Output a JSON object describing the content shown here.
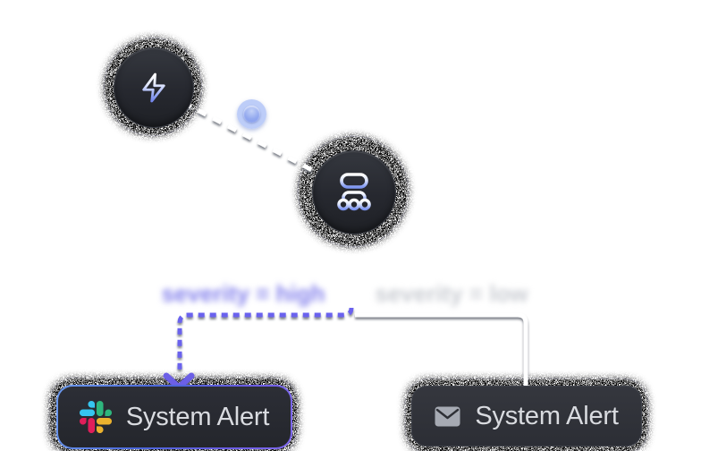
{
  "workflow": {
    "trigger_node": {
      "icon": "lightning-bolt-icon"
    },
    "router_node": {
      "icon": "router-branch-icon"
    },
    "branches": [
      {
        "condition_label": "severity = high",
        "style": "dashed",
        "color": "#6b62ee",
        "target": "slack"
      },
      {
        "condition_label": "severity = low",
        "style": "solid",
        "color": "#ffffff",
        "target": "email"
      }
    ],
    "action_nodes": [
      {
        "id": "slack",
        "label": "System Alert",
        "icon": "slack-logo-icon"
      },
      {
        "id": "email",
        "label": "System Alert",
        "icon": "email-envelope-icon"
      }
    ]
  },
  "colors": {
    "background": "#ffffff",
    "node_fill_dark": "#26282f",
    "accent_purple": "#6b62ee",
    "edge_white": "#ffffff",
    "bead_blue": "#b4c6f7",
    "label_high": "#8481ec",
    "label_low": "#c9ccd2",
    "card_text": "#d9dbe0",
    "slack_blue": "#36C5F0",
    "slack_green": "#2EB67D",
    "slack_red": "#E01E5A",
    "slack_yellow": "#ECB22E",
    "envelope_gray": "#a6aab3"
  }
}
